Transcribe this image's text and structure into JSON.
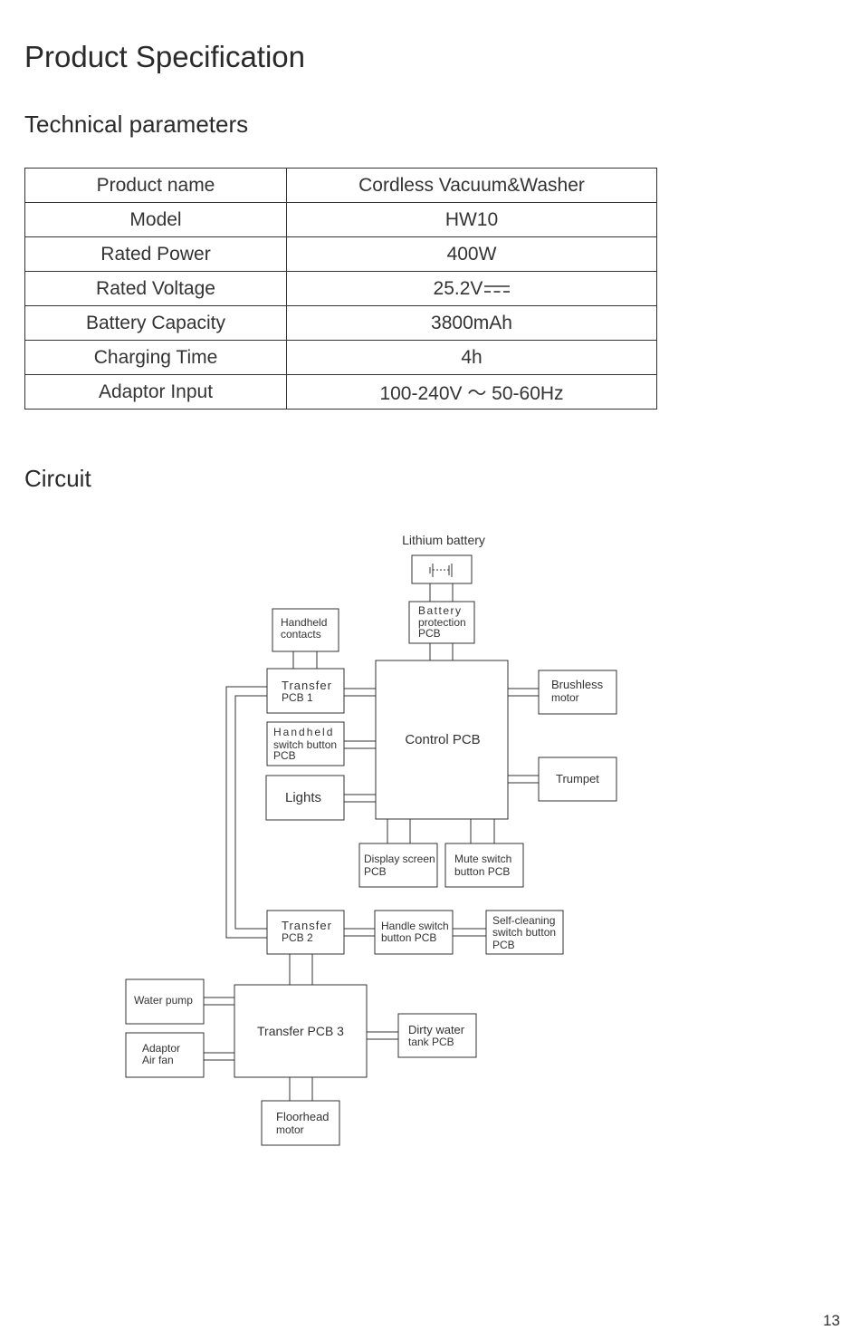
{
  "page": {
    "title": "Product Specification",
    "page_number": "13"
  },
  "tech": {
    "heading": "Technical parameters",
    "rows": [
      {
        "label": "Product name",
        "value": "Cordless Vacuum&Washer"
      },
      {
        "label": "Model",
        "value": "HW10"
      },
      {
        "label": "Rated Power",
        "value": "400W"
      },
      {
        "label": "Rated Voltage",
        "value": "25.2V"
      },
      {
        "label": "Battery Capacity",
        "value": "3800mAh"
      },
      {
        "label": "Charging Time",
        "value": "4h"
      },
      {
        "label": "Adaptor Input",
        "value": "100-240V ～ 50-60Hz"
      }
    ]
  },
  "circuit": {
    "heading": "Circuit",
    "lithium_battery": "Lithium battery",
    "battery_protection_pcb": [
      "Battery",
      "protection",
      "PCB"
    ],
    "handheld_contacts": [
      "Handheld",
      "contacts"
    ],
    "transfer_pcb_1": [
      "Transfer",
      "PCB 1"
    ],
    "handheld_switch_button_pcb": [
      "Handheld",
      "switch button",
      "PCB"
    ],
    "lights": "Lights",
    "control_pcb": "Control PCB",
    "brushless_motor": [
      "Brushless",
      "motor"
    ],
    "trumpet": "Trumpet",
    "display_screen_pcb": [
      "Display screen",
      "PCB"
    ],
    "mute_switch_button_pcb": [
      "Mute switch",
      "button PCB"
    ],
    "transfer_pcb_2": [
      "Transfer",
      "PCB 2"
    ],
    "handle_switch_button_pcb": [
      "Handle switch",
      "button PCB"
    ],
    "self_cleaning_switch_button_pcb": [
      "Self-cleaning",
      "switch button",
      "PCB"
    ],
    "water_pump": "Water pump",
    "adaptor_air_fan": [
      "Adaptor",
      "Air fan"
    ],
    "transfer_pcb_3": "Transfer PCB 3",
    "dirty_water_tank_pcb": [
      "Dirty water",
      "tank PCB"
    ],
    "floorhead_motor": [
      "Floorhead",
      "motor"
    ]
  }
}
